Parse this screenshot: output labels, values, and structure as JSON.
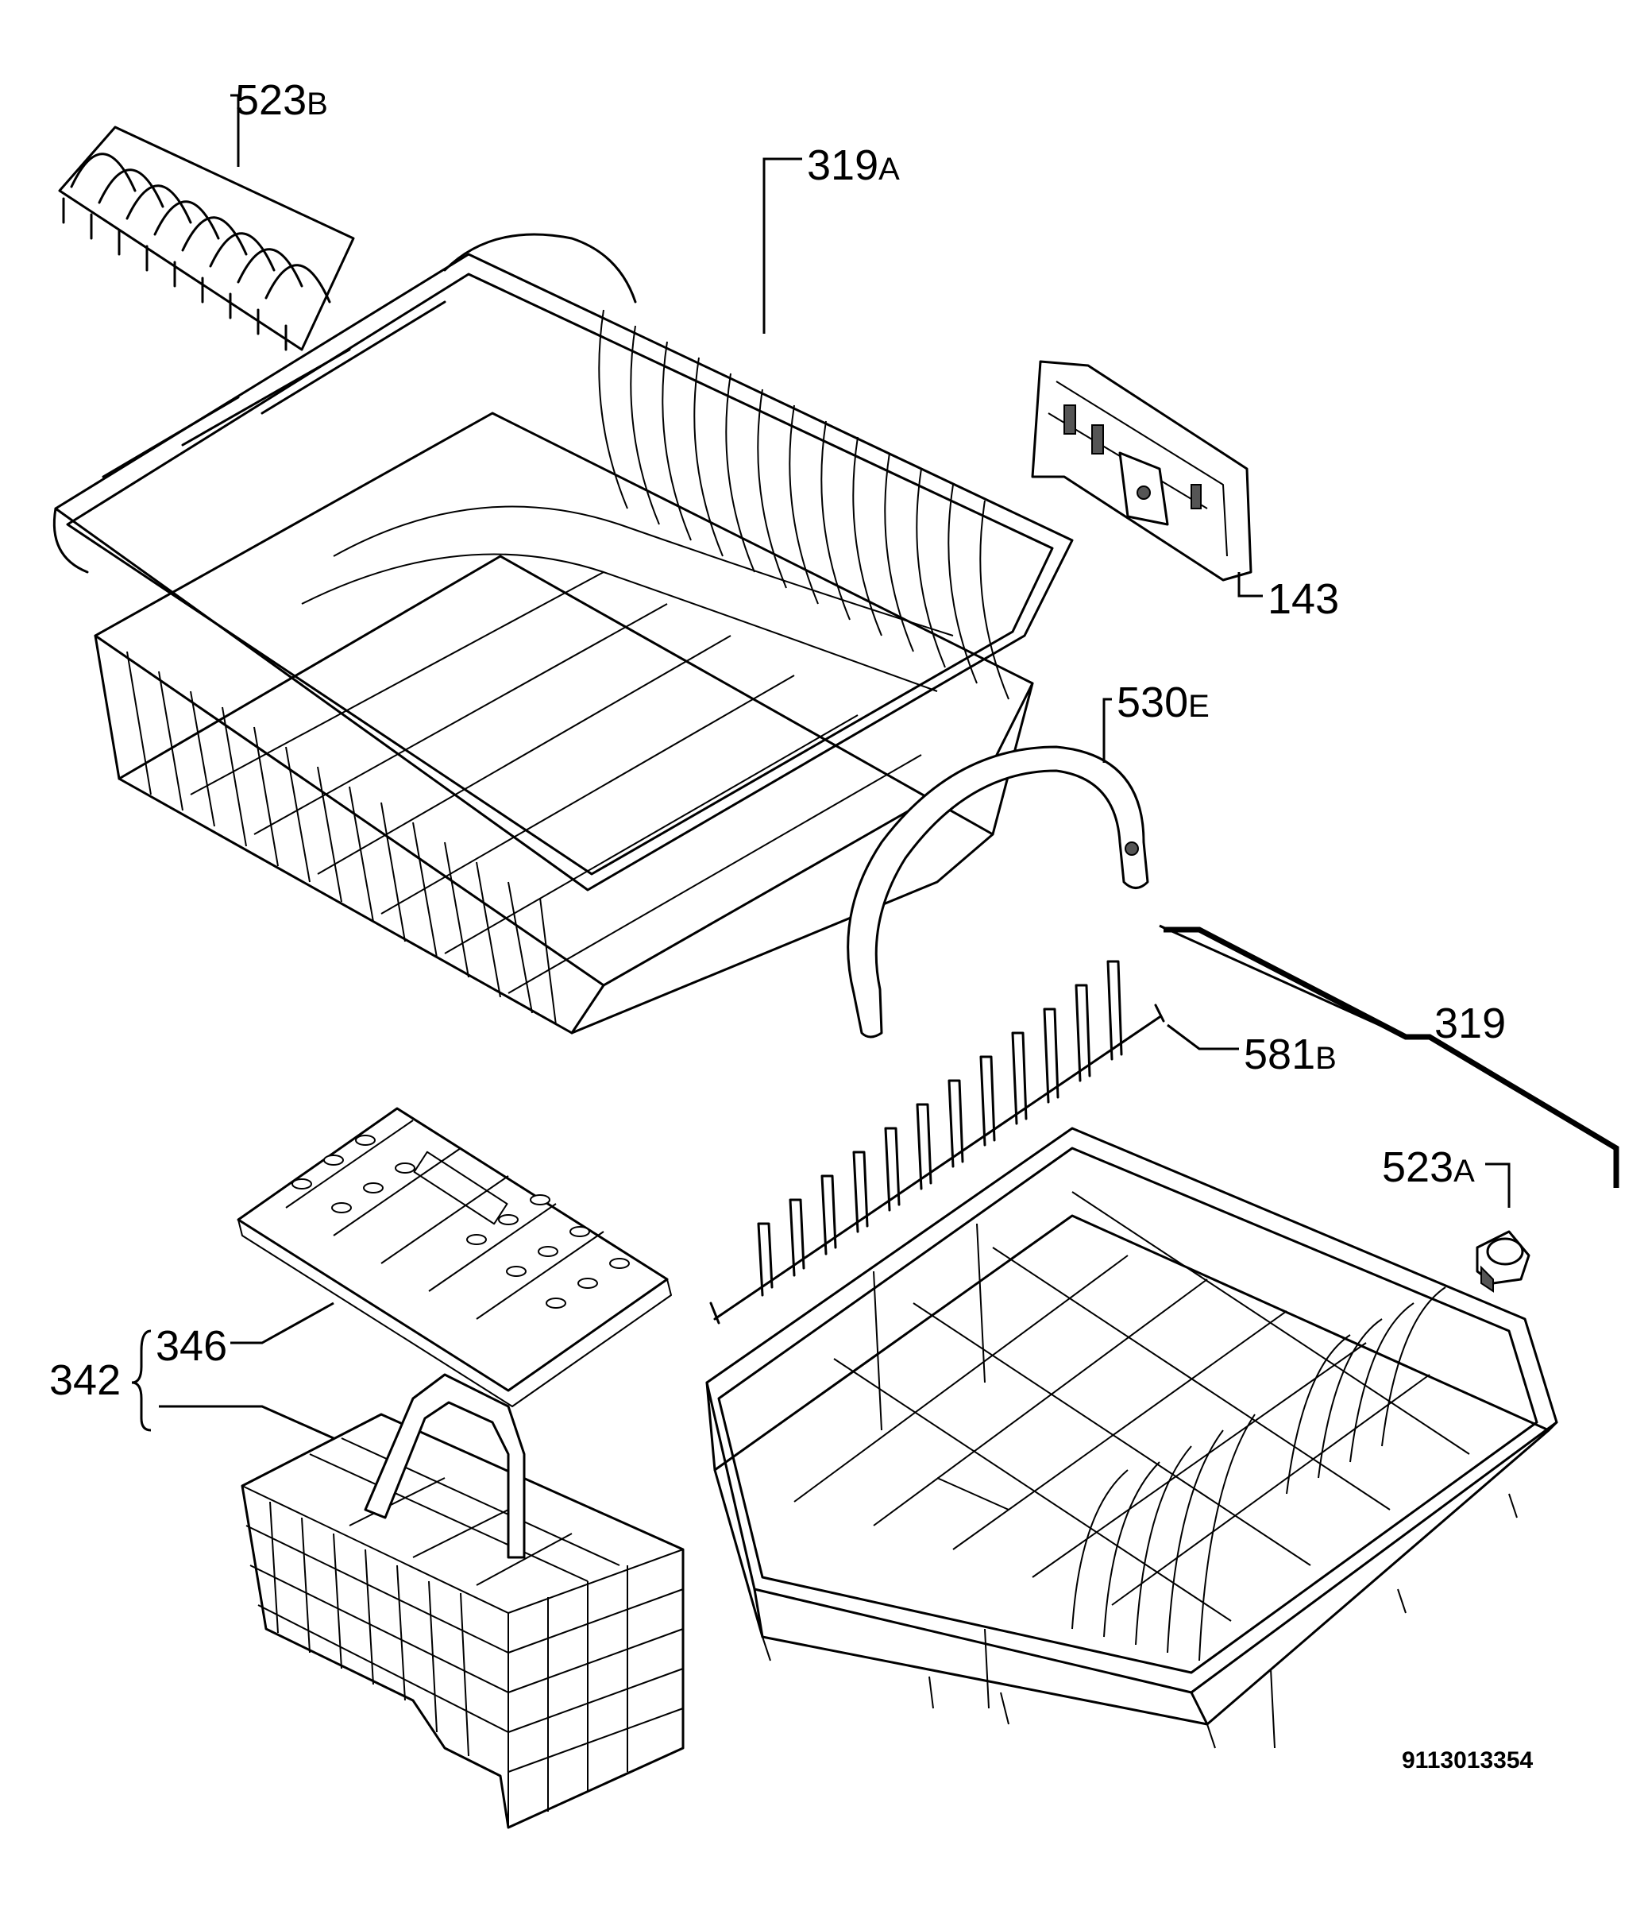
{
  "parts": [
    {
      "id": "523b",
      "number": "523",
      "suffix": "B"
    },
    {
      "id": "319a",
      "number": "319",
      "suffix": "A"
    },
    {
      "id": "143",
      "number": "143",
      "suffix": ""
    },
    {
      "id": "530e",
      "number": "530",
      "suffix": "E"
    },
    {
      "id": "319",
      "number": "319",
      "suffix": ""
    },
    {
      "id": "581b",
      "number": "581",
      "suffix": "B"
    },
    {
      "id": "523a",
      "number": "523",
      "suffix": "A"
    },
    {
      "id": "346",
      "number": "346",
      "suffix": ""
    },
    {
      "id": "342",
      "number": "342",
      "suffix": ""
    }
  ],
  "drawing_code": "9113013354"
}
